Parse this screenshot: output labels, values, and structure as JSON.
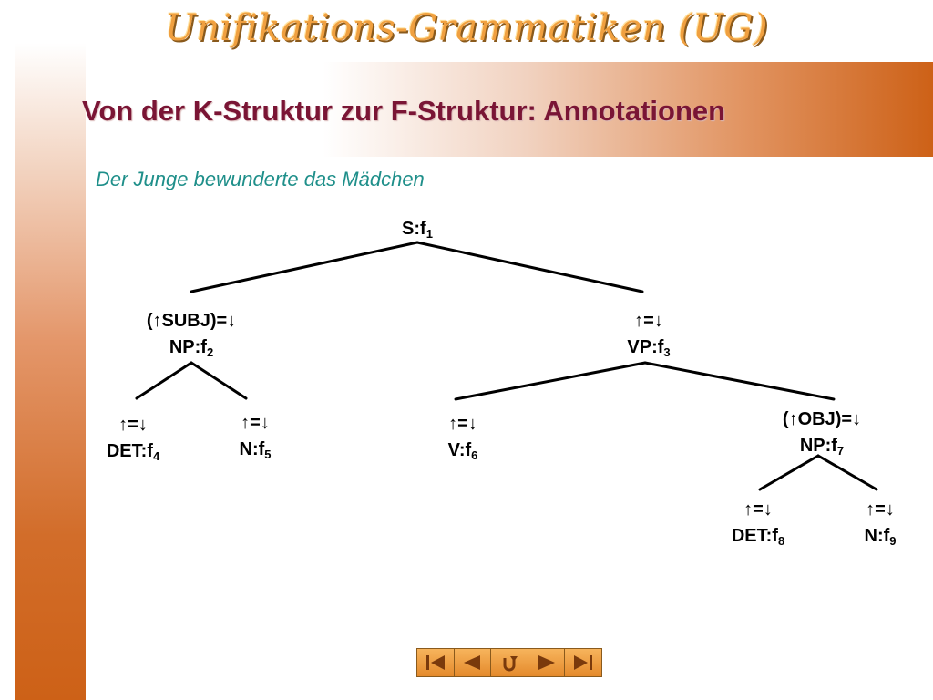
{
  "header": {
    "title": "Unifikations-Grammatiken (UG)"
  },
  "slide": {
    "title": "Von der K-Struktur zur F-Struktur: Annotationen",
    "subtitle": "Der Junge bewunderte das Mädchen"
  },
  "arrows": {
    "up": "↑",
    "down": "↓"
  },
  "tree": {
    "s": {
      "label": "S:f",
      "sub": "1"
    },
    "np_subj": {
      "annotation_open": "(",
      "annotation_func": "SUBJ)=",
      "label": "NP:f",
      "sub": "2"
    },
    "vp": {
      "annotation_eq": "=",
      "label": "VP:f",
      "sub": "3"
    },
    "det1": {
      "annotation_eq": "=",
      "label": "DET:f",
      "sub": "4"
    },
    "n1": {
      "annotation_eq": "=",
      "label": "N:f",
      "sub": "5"
    },
    "v": {
      "annotation_eq": "=",
      "label": "V:f",
      "sub": "6"
    },
    "np_obj": {
      "annotation_open": "(",
      "annotation_func": "OBJ)=",
      "label": "NP:f",
      "sub": "7"
    },
    "det2": {
      "annotation_eq": "=",
      "label": "DET:f",
      "sub": "8"
    },
    "n2": {
      "annotation_eq": "=",
      "label": "N:f",
      "sub": "9"
    }
  },
  "navigation": {
    "icons": [
      "first-slide-icon",
      "previous-slide-icon",
      "return-icon",
      "next-slide-icon",
      "last-slide-icon"
    ]
  }
}
